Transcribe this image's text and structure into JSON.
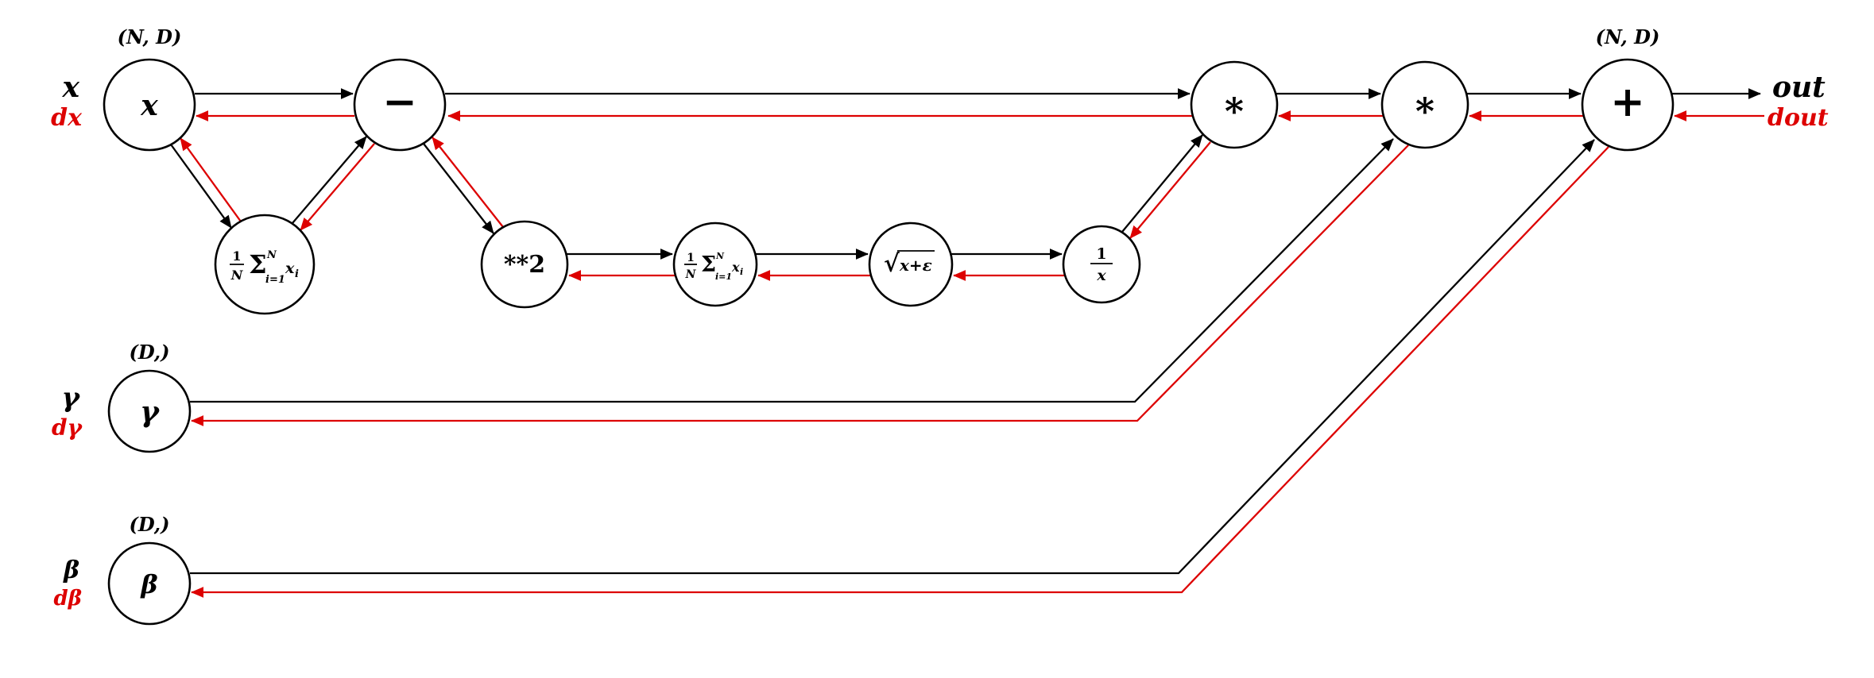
{
  "colors": {
    "forward": "#000000",
    "backward": "#dd0000",
    "node-fill": "#ffffff",
    "node-stroke": "#000000"
  },
  "nodes": {
    "x": {
      "label": "x",
      "shape": "(N, D)"
    },
    "subtract": {
      "label": "−"
    },
    "mean1": {
      "num": "1",
      "den": "N",
      "sigma": "Σ",
      "upper": "N",
      "lower": "i=1",
      "arg": "x",
      "arg_sub": "i"
    },
    "square": {
      "label": "**2"
    },
    "mean2": {
      "num": "1",
      "den": "N",
      "sigma": "Σ",
      "upper": "N",
      "lower": "i=1",
      "arg": "x",
      "arg_sub": "i"
    },
    "sqrt": {
      "radical": "√",
      "arg": "x+ε"
    },
    "reciprocal": {
      "num": "1",
      "den": "x"
    },
    "multiply1": {
      "label": "∗"
    },
    "multiply2": {
      "label": "∗"
    },
    "add": {
      "label": "+",
      "shape": "(N, D)"
    },
    "gamma": {
      "label": "γ",
      "shape": "(D,)"
    },
    "beta": {
      "label": "β",
      "shape": "(D,)"
    }
  },
  "io": {
    "input": "x",
    "input_grad": "dx",
    "gamma": "γ",
    "gamma_grad": "dγ",
    "beta": "β",
    "beta_grad": "dβ",
    "output": "out",
    "output_grad": "dout"
  }
}
